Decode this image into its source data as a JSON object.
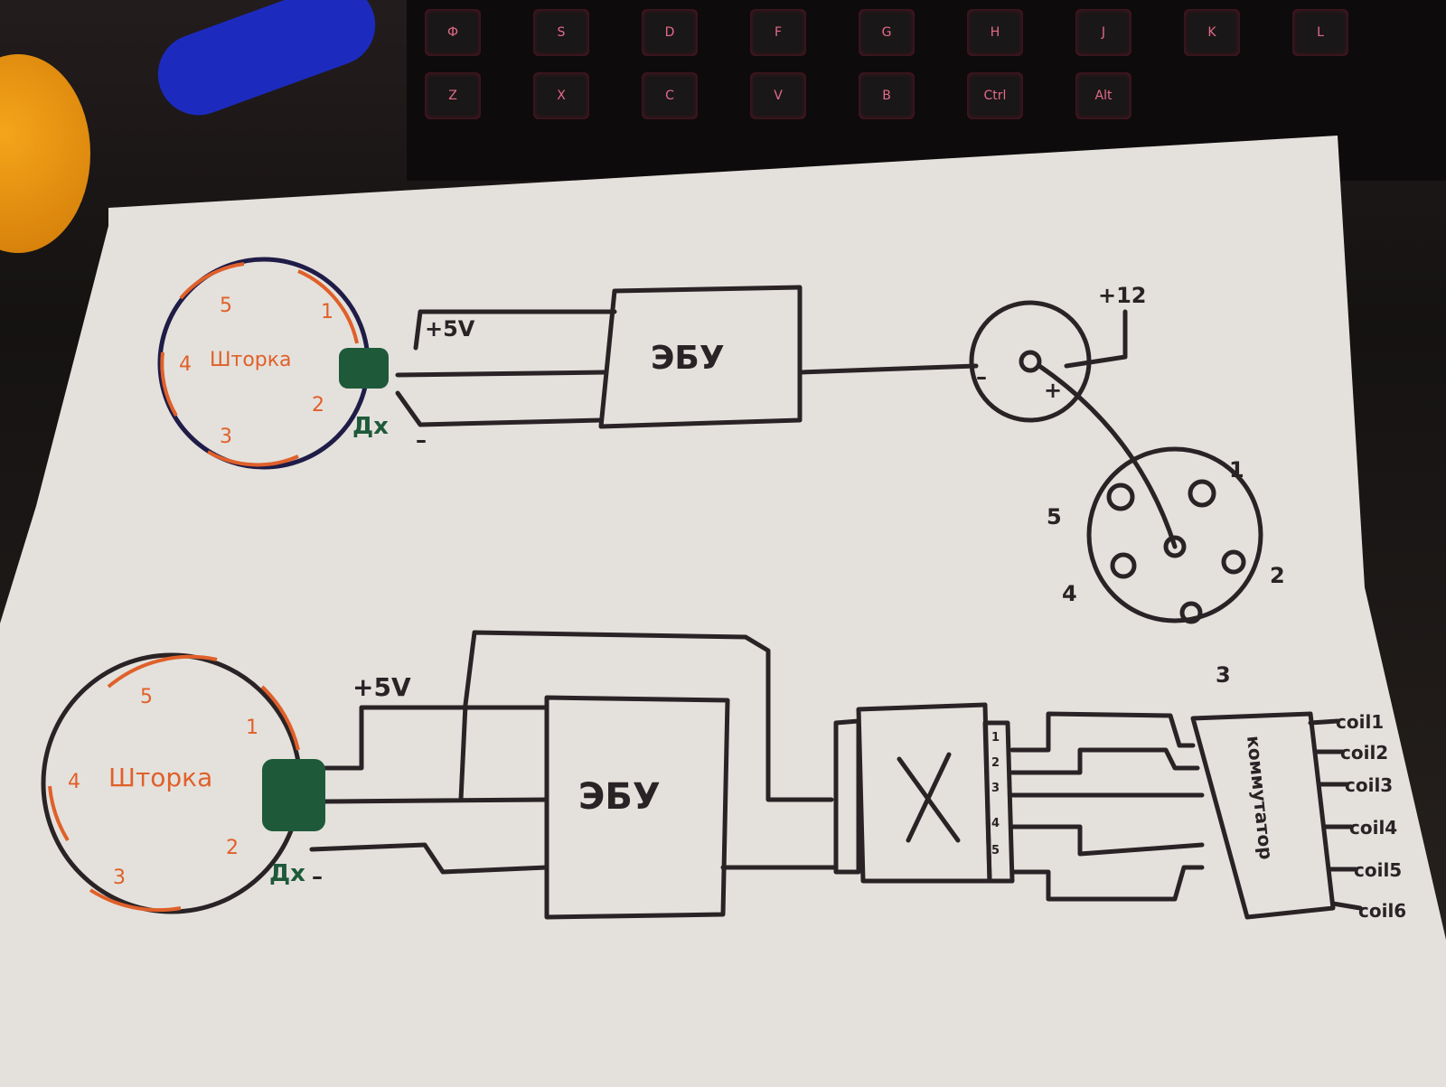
{
  "keyboard": {
    "keys": [
      "Ф",
      "S",
      "D",
      "F",
      "G",
      "H",
      "J",
      "K",
      "L",
      "Z",
      "X",
      "C",
      "V",
      "B",
      "Ctrl",
      "Alt"
    ]
  },
  "diagram_top": {
    "sensor_label": "Шторка",
    "sensor_pins": [
      "1",
      "2",
      "3",
      "4",
      "5"
    ],
    "sensor_connector": "Дх",
    "supply_label": "+5V",
    "ground_label": "–",
    "ecu_label": "ЭБУ",
    "coil_terminals": {
      "plus12": "+12",
      "minus": "–",
      "plus": "+"
    },
    "distributor_pins": [
      "1",
      "2",
      "3",
      "4",
      "5"
    ]
  },
  "diagram_bottom": {
    "sensor_label": "Шторка",
    "sensor_pins": [
      "1",
      "2",
      "3",
      "4",
      "5"
    ],
    "sensor_connector": "Дх",
    "supply_label": "+5V",
    "ground_label": "–",
    "ecu_label": "ЭБУ",
    "module_label": "X",
    "module_pins": [
      "1",
      "2",
      "3",
      "4",
      "5"
    ],
    "switch_label": "коммутатор",
    "outputs": [
      "coil1",
      "coil2",
      "coil3",
      "coil4",
      "coil5",
      "coil6"
    ]
  },
  "colors": {
    "ink": "#2a2326",
    "orange": "#e0602a",
    "green": "#1e5a3a",
    "paper": "#e4e1dc"
  }
}
